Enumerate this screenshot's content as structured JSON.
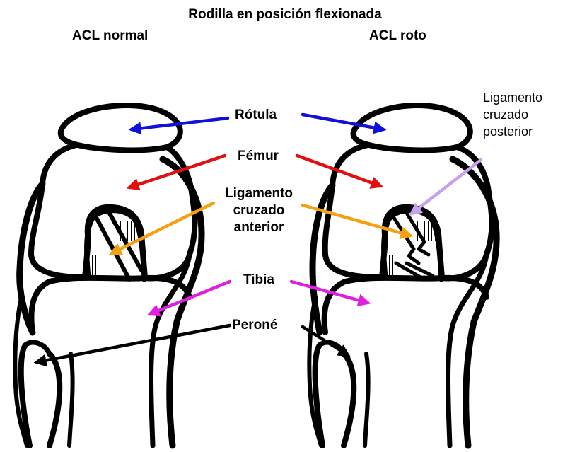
{
  "title": "Rodilla en posición flexionada",
  "panel_titles": {
    "left": "ACL normal",
    "right": "ACL roto"
  },
  "labels": {
    "rotula": "Rótula",
    "femur": "Fémur",
    "acl_line1": "Ligamento",
    "acl_line2": "cruzado",
    "acl_line3": "anterior",
    "tibia": "Tibia",
    "perone": "Peroné",
    "pcl_line1": "Ligamento",
    "pcl_line2": "cruzado",
    "pcl_line3": "posterior"
  },
  "colors": {
    "rotula_arrow": "#1010d8",
    "femur_arrow": "#e01010",
    "acl_arrow": "#f5a010",
    "tibia_arrow": "#e020e0",
    "perone_arrow": "#000000",
    "pcl_arrow": "#c8a0ec",
    "outline": "#000000"
  }
}
